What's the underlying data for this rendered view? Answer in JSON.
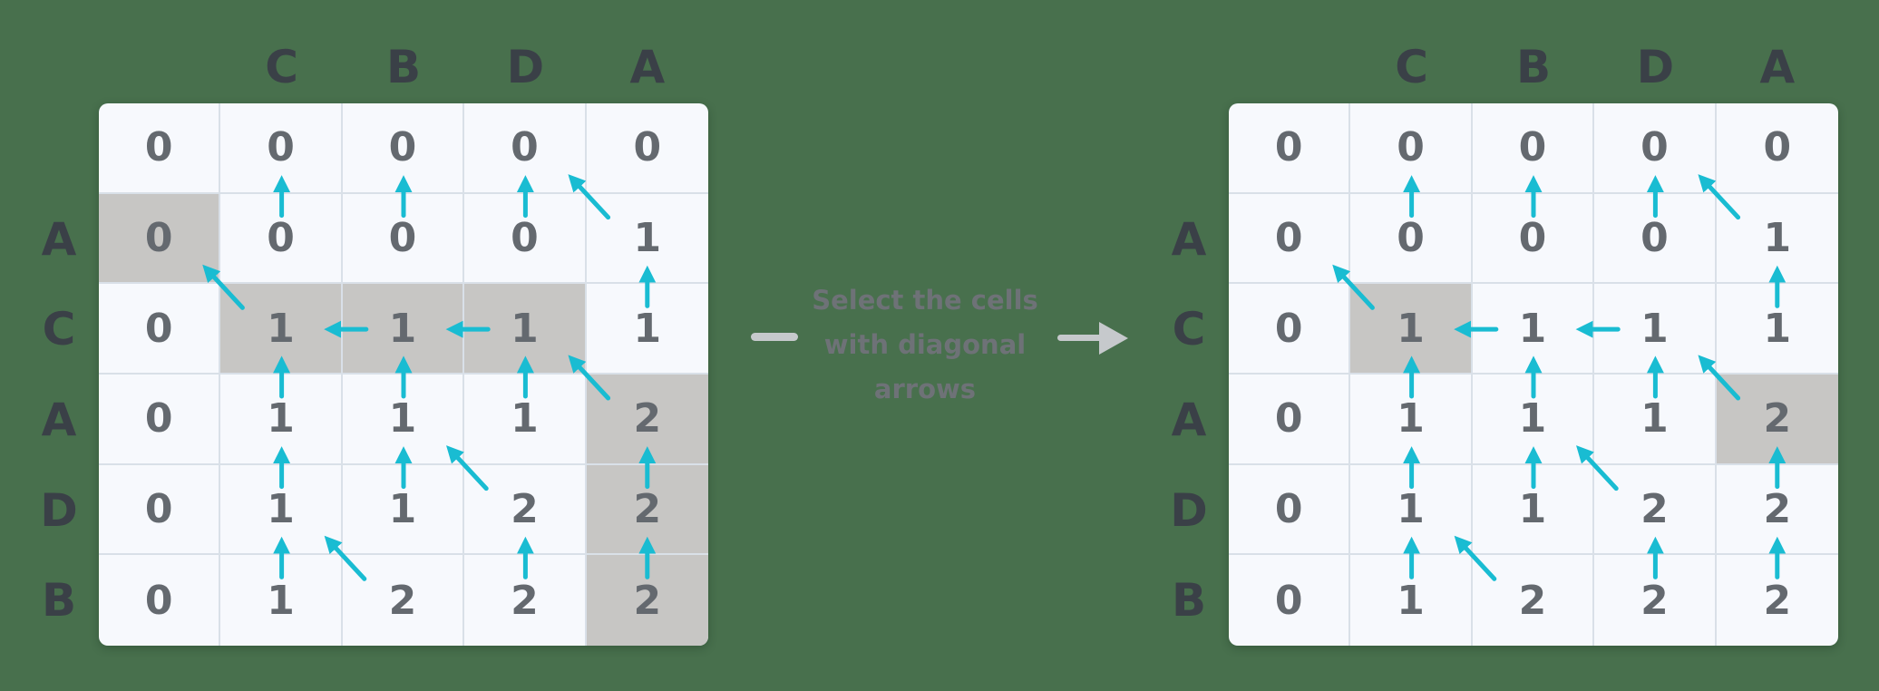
{
  "colors": {
    "background": "#48704d",
    "cell_bg": "#f7f9fd",
    "cell_highlight": "#c7c6c4",
    "gridline": "#d9e0e8",
    "arrow": "#19bcd2",
    "digit": "#64696f",
    "letter": "#3a4047",
    "transition_text": "#6e7277",
    "transition_arrow": "#c6c9cc"
  },
  "grid": {
    "column_headers": [
      "C",
      "B",
      "D",
      "A"
    ],
    "row_labels": [
      "A",
      "C",
      "A",
      "D",
      "B"
    ],
    "values": [
      [
        0,
        0,
        0,
        0,
        0
      ],
      [
        0,
        0,
        0,
        0,
        1
      ],
      [
        0,
        1,
        1,
        1,
        1
      ],
      [
        0,
        1,
        1,
        1,
        2
      ],
      [
        0,
        1,
        1,
        2,
        2
      ],
      [
        0,
        1,
        2,
        2,
        2
      ]
    ],
    "arrows": [
      {
        "row": 1,
        "col": 1,
        "dir": "up"
      },
      {
        "row": 1,
        "col": 2,
        "dir": "up"
      },
      {
        "row": 1,
        "col": 3,
        "dir": "up"
      },
      {
        "row": 1,
        "col": 4,
        "dir": "diagonal"
      },
      {
        "row": 2,
        "col": 1,
        "dir": "diagonal"
      },
      {
        "row": 2,
        "col": 2,
        "dir": "left"
      },
      {
        "row": 2,
        "col": 3,
        "dir": "left"
      },
      {
        "row": 2,
        "col": 4,
        "dir": "up"
      },
      {
        "row": 3,
        "col": 1,
        "dir": "up"
      },
      {
        "row": 3,
        "col": 2,
        "dir": "up"
      },
      {
        "row": 3,
        "col": 3,
        "dir": "up"
      },
      {
        "row": 3,
        "col": 4,
        "dir": "diagonal"
      },
      {
        "row": 4,
        "col": 1,
        "dir": "up"
      },
      {
        "row": 4,
        "col": 2,
        "dir": "up"
      },
      {
        "row": 4,
        "col": 3,
        "dir": "diagonal"
      },
      {
        "row": 4,
        "col": 4,
        "dir": "up"
      },
      {
        "row": 5,
        "col": 1,
        "dir": "up"
      },
      {
        "row": 5,
        "col": 2,
        "dir": "diagonal"
      },
      {
        "row": 5,
        "col": 3,
        "dir": "up"
      },
      {
        "row": 5,
        "col": 4,
        "dir": "up"
      }
    ]
  },
  "tables": [
    {
      "name": "before",
      "highlighted_cells": [
        [
          1,
          0
        ],
        [
          2,
          1
        ],
        [
          2,
          2
        ],
        [
          2,
          3
        ],
        [
          3,
          4
        ],
        [
          4,
          4
        ],
        [
          5,
          4
        ]
      ]
    },
    {
      "name": "after",
      "highlighted_cells": [
        [
          2,
          1
        ],
        [
          3,
          4
        ]
      ]
    }
  ],
  "transition": {
    "text": "Select the cells with diagonal arrows",
    "lines": [
      "Select the cells",
      "with diagonal",
      "arrows"
    ]
  }
}
